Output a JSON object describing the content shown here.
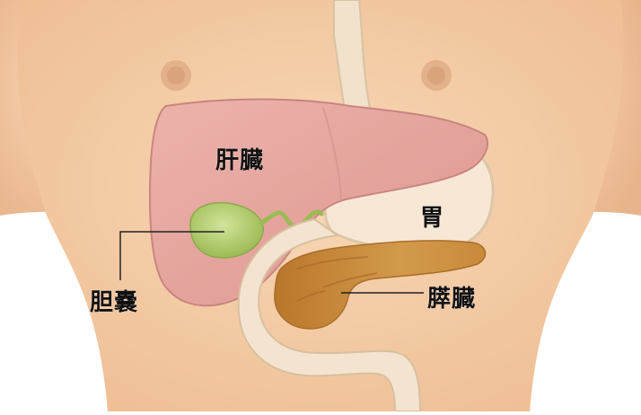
{
  "labels": {
    "liver": "肝臓",
    "stomach": "胃",
    "gallbladder": "胆嚢",
    "pancreas": "膵臓"
  },
  "colors": {
    "skin": "#f5cfa9",
    "skin_shadow": "#eab58e",
    "liver": "#e7a6a0",
    "liver_edge": "#c98580",
    "stomach": "#f6e6d2",
    "gallbladder": "#b7cf72",
    "pancreas": "#c98a3a",
    "duodenum": "#f4e4cf"
  }
}
